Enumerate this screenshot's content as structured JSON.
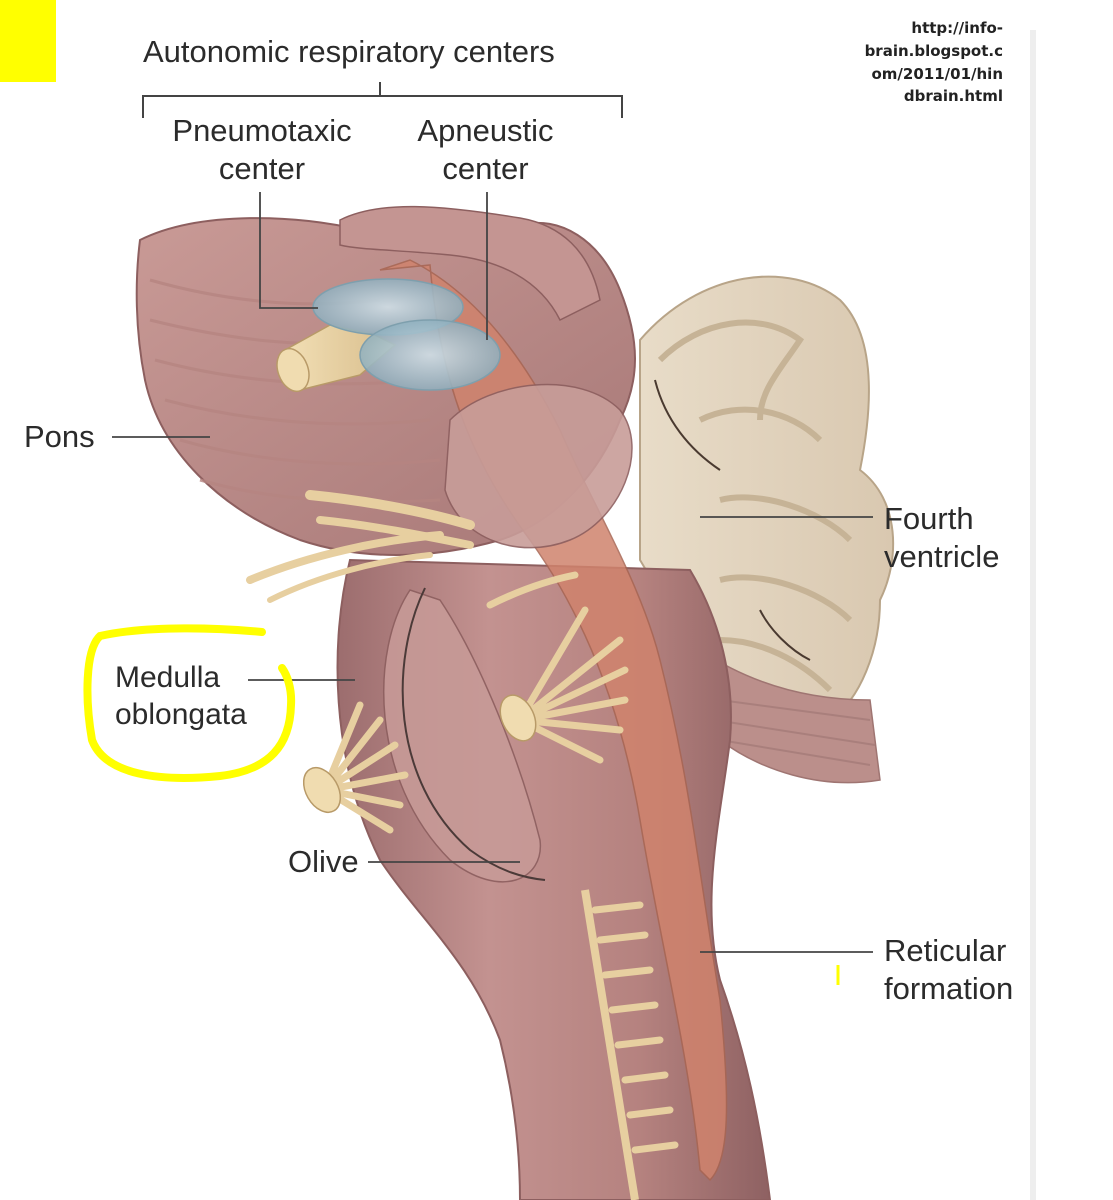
{
  "labels": {
    "autonomic": "Autonomic respiratory centers",
    "pneumotaxic_1": "Pneumotaxic",
    "pneumotaxic_2": "center",
    "apneustic_1": "Apneustic",
    "apneustic_2": "center",
    "pons": "Pons",
    "fourth_1": "Fourth",
    "fourth_2": "ventricle",
    "medulla_1": "Medulla",
    "medulla_2": "oblongata",
    "olive": "Olive",
    "reticular_1": "Reticular",
    "reticular_2": "formation"
  },
  "source_lines": [
    "http://info-",
    "brain.blogspot.c",
    "om/2011/01/hin",
    "dbrain.html"
  ],
  "highlight_color": "#ffff00",
  "tissue_color": "#b78886",
  "nerve_color": "#e7cfa0",
  "center_color": "#a9c3cf"
}
